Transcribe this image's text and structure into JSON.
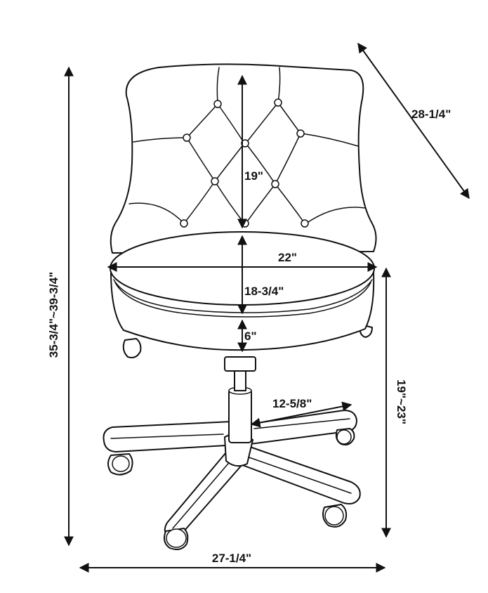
{
  "dimensions": {
    "overall_height": "35-3/4\"~39-3/4\"",
    "diagonal_depth": "28-1/4\"",
    "back_height": "19\"",
    "seat_width": "22\"",
    "seat_depth": "18-3/4\"",
    "seat_to_base_gap": "6\"",
    "leg_length": "12-5/8\"",
    "seat_height": "19\"~23\"",
    "overall_width": "27-1/4\""
  },
  "colors": {
    "line": "#111111",
    "background": "#ffffff"
  }
}
